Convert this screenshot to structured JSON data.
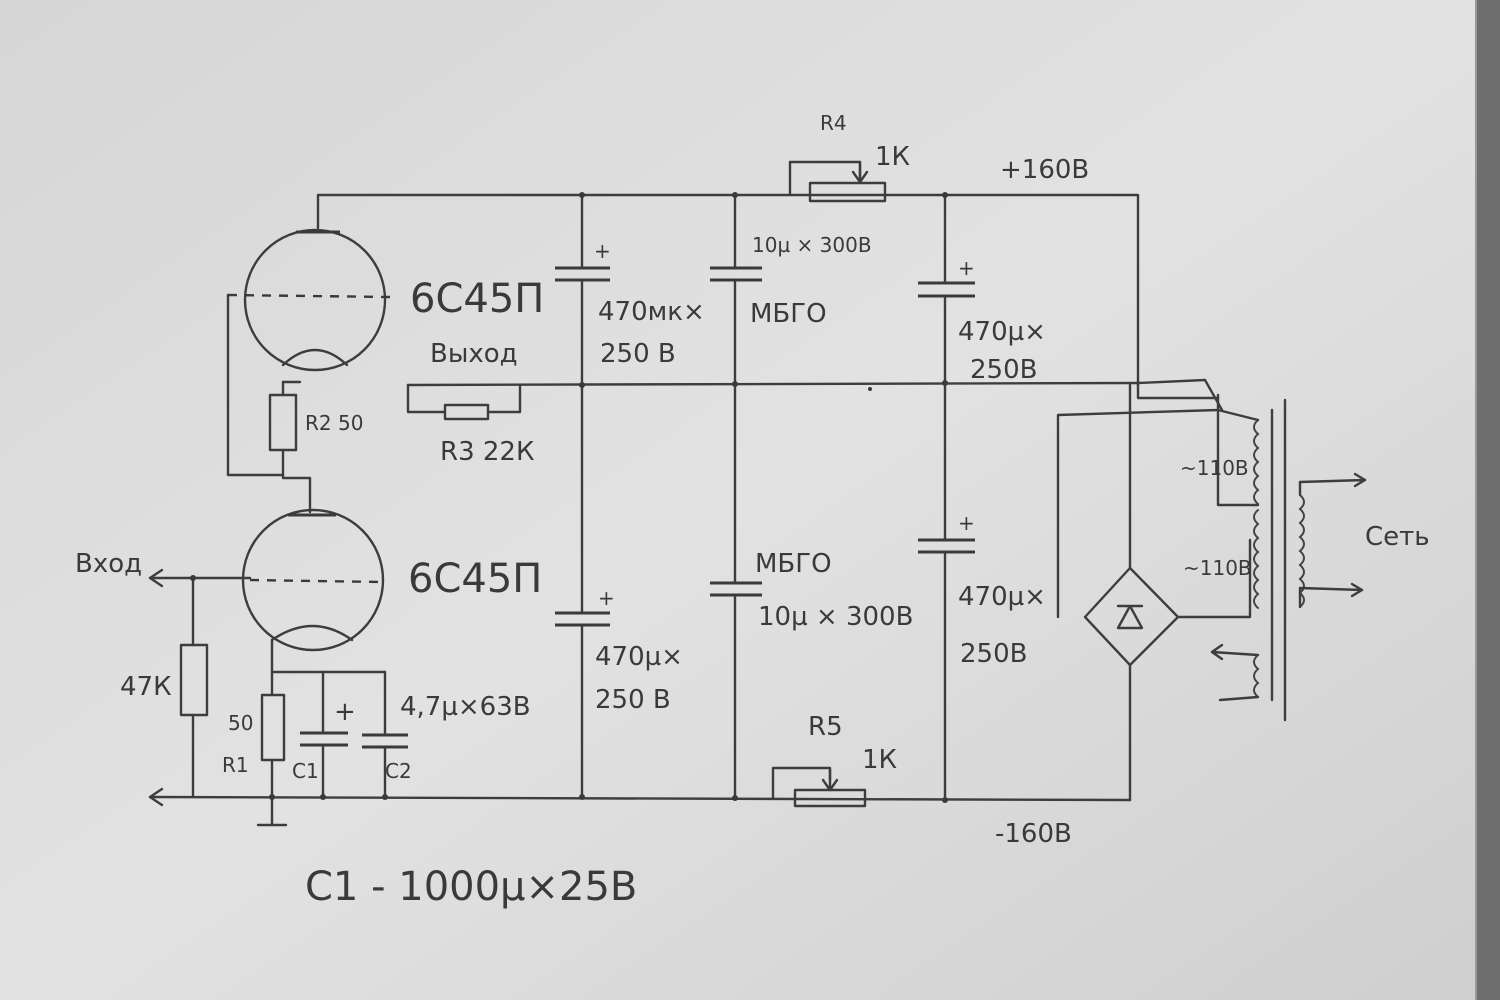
{
  "tubes": {
    "upper": "6С45П",
    "lower": "6С45П"
  },
  "labels": {
    "r4": "R4",
    "r4_value": "1К",
    "plus_rail": "+160В",
    "minus_rail": "-160В",
    "output": "Выход",
    "input": "Вход",
    "r3": "R3 22К",
    "r2": "R2 50",
    "r2_value": "50",
    "r47k": "47К",
    "r1_value": "50",
    "r1": "R1",
    "c1": "C1",
    "c2": "C2",
    "c2_value": "4,7µ×63В",
    "c1_note": "C1 - 1000µ×25В",
    "r5": "R5",
    "r5_value": "1К",
    "mains": "Сеть",
    "winding_top": "~110В",
    "winding_mid": "~110В"
  },
  "caps": {
    "c_top1_value": "470мк×",
    "c_top1_voltage": "250 В",
    "c_top2_value": "10µ × 300В",
    "c_top2_type": "МБГО",
    "c_top3_value": "470µ×",
    "c_top3_voltage": "250В",
    "c_bot1_value": "470µ×",
    "c_bot1_voltage": "250 В",
    "c_bot2_type": "МБГО",
    "c_bot2_value": "10µ × 300В",
    "c_bot3_value": "470µ×",
    "c_bot3_voltage": "250В"
  },
  "marks": {
    "plus": "+"
  }
}
